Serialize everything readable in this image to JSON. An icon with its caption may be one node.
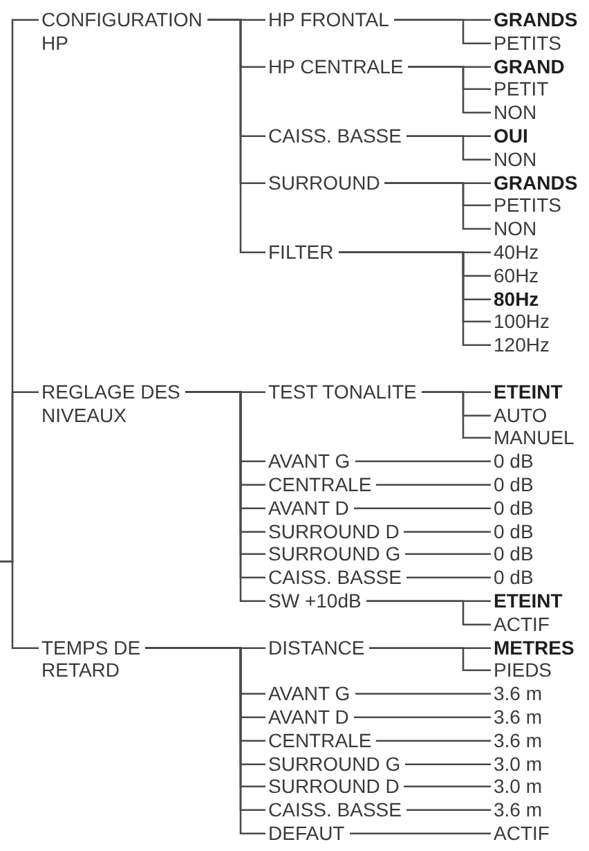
{
  "diagram": {
    "nodes": [
      {
        "text": [
          "CONFIGURATION HP"
        ]
      },
      {
        "text": [
          "HP FRONTAL"
        ]
      },
      {
        "text": [
          "GRANDS"
        ]
      },
      {
        "text": [
          "PETITS"
        ]
      },
      {
        "text": [
          "HP CENTRALE"
        ]
      },
      {
        "text": [
          "GRAND"
        ]
      },
      {
        "text": [
          "PETIT"
        ]
      },
      {
        "text": [
          "NON"
        ]
      },
      {
        "text": [
          "CAISS. BASSE"
        ]
      },
      {
        "text": [
          "OUI"
        ]
      },
      {
        "text": [
          "NON"
        ]
      },
      {
        "text": [
          "SURROUND"
        ]
      },
      {
        "text": [
          "GRANDS"
        ]
      },
      {
        "text": [
          "PETITS"
        ]
      },
      {
        "text": [
          "NON"
        ]
      },
      {
        "text": [
          "FILTER"
        ]
      },
      {
        "text": [
          "40Hz"
        ]
      },
      {
        "text": [
          "60Hz"
        ]
      },
      {
        "text": [
          "80Hz"
        ]
      },
      {
        "text": [
          "100Hz"
        ]
      },
      {
        "text": [
          "120Hz"
        ]
      },
      {
        "text": [
          "REGLAGE DES NIVEAUX"
        ]
      },
      {
        "text": [
          "TEST TONALITE"
        ]
      },
      {
        "text": [
          "ETEINT"
        ]
      },
      {
        "text": [
          "AUTO"
        ]
      },
      {
        "text": [
          "MANUEL"
        ]
      },
      {
        "text": [
          "AVANT G"
        ]
      },
      {
        "text": [
          "0 dB"
        ]
      },
      {
        "text": [
          "CENTRALE"
        ]
      },
      {
        "text": [
          "0 dB"
        ]
      },
      {
        "text": [
          "AVANT D"
        ]
      },
      {
        "text": [
          "0 dB"
        ]
      },
      {
        "text": [
          "SURROUND D"
        ]
      },
      {
        "text": [
          "0 dB"
        ]
      },
      {
        "text": [
          "SURROUND G"
        ]
      },
      {
        "text": [
          "0 dB"
        ]
      },
      {
        "text": [
          "CAISS. BASSE"
        ]
      },
      {
        "text": [
          "0 dB"
        ]
      },
      {
        "text": [
          "SW +10dB"
        ]
      },
      {
        "text": [
          "ETEINT"
        ]
      },
      {
        "text": [
          "ACTIF"
        ]
      },
      {
        "text": [
          "TEMPS DE RETARD"
        ]
      },
      {
        "text": [
          "DISTANCE"
        ]
      },
      {
        "text": [
          "METRES"
        ]
      },
      {
        "text": [
          "PIEDS"
        ]
      },
      {
        "text": [
          "AVANT G"
        ]
      },
      {
        "text": [
          "3.6 m"
        ]
      },
      {
        "text": [
          "AVANT D"
        ]
      },
      {
        "text": [
          "3.6 m"
        ]
      },
      {
        "text": [
          "CENTRALE"
        ]
      },
      {
        "text": [
          "3.6 m"
        ]
      },
      {
        "text": [
          "SURROUND G"
        ]
      },
      {
        "text": [
          "3.0 m"
        ]
      },
      {
        "text": [
          "SURROUND D"
        ]
      },
      {
        "text": [
          "3.0 m"
        ]
      },
      {
        "text": [
          "CAISS. BASSE"
        ]
      },
      {
        "text": [
          "3.6 m"
        ]
      },
      {
        "text": [
          "DEFAUT"
        ]
      },
      {
        "text": [
          "ACTIF"
        ]
      }
    ],
    "edges": [
      {
        "from": null,
        "to": 0,
        "arrow": "none"
      },
      {
        "from": 0,
        "to": 1,
        "arrow": "none"
      },
      {
        "from": 1,
        "to": 2,
        "arrow": "none"
      },
      {
        "from": 1,
        "to": 3,
        "arrow": "none"
      },
      {
        "from": 0,
        "to": 4,
        "arrow": "none"
      },
      {
        "from": 4,
        "to": 5,
        "arrow": "none"
      },
      {
        "from": 4,
        "to": 6,
        "arrow": "none"
      },
      {
        "from": 4,
        "to": 7,
        "arrow": "none"
      },
      {
        "from": 0,
        "to": 8,
        "arrow": "none"
      },
      {
        "from": 8,
        "to": 9,
        "arrow": "none"
      },
      {
        "from": 8,
        "to": 10,
        "arrow": "none"
      },
      {
        "from": 0,
        "to": 11,
        "arrow": "none"
      },
      {
        "from": 11,
        "to": 12,
        "arrow": "none"
      },
      {
        "from": 11,
        "to": 13,
        "arrow": "none"
      },
      {
        "from": 11,
        "to": 14,
        "arrow": "none"
      },
      {
        "from": 0,
        "to": 15,
        "arrow": "none"
      },
      {
        "from": 15,
        "to": 16,
        "arrow": "none"
      },
      {
        "from": 15,
        "to": 17,
        "arrow": "none"
      },
      {
        "from": 15,
        "to": 18,
        "arrow": "none"
      },
      {
        "from": 15,
        "to": 19,
        "arrow": "none"
      },
      {
        "from": 15,
        "to": 20,
        "arrow": "none"
      },
      {
        "from": null,
        "to": 21,
        "arrow": "none"
      },
      {
        "from": 21,
        "to": 22,
        "arrow": "none"
      },
      {
        "from": 22,
        "to": 23,
        "arrow": "none"
      },
      {
        "from": 22,
        "to": 24,
        "arrow": "none"
      },
      {
        "from": 22,
        "to": 25,
        "arrow": "none"
      },
      {
        "from": 21,
        "to": 26,
        "arrow": "none"
      },
      {
        "from": 26,
        "to": 27,
        "arrow": "none"
      },
      {
        "from": 21,
        "to": 28,
        "arrow": "none"
      },
      {
        "from": 28,
        "to": 29,
        "arrow": "none"
      },
      {
        "from": 21,
        "to": 30,
        "arrow": "none"
      },
      {
        "from": 30,
        "to": 31,
        "arrow": "none"
      },
      {
        "from": 21,
        "to": 32,
        "arrow": "none"
      },
      {
        "from": 32,
        "to": 33,
        "arrow": "none"
      },
      {
        "from": 21,
        "to": 34,
        "arrow": "none"
      },
      {
        "from": 34,
        "to": 35,
        "arrow": "none"
      },
      {
        "from": 21,
        "to": 36,
        "arrow": "none"
      },
      {
        "from": 36,
        "to": 37,
        "arrow": "none"
      },
      {
        "from": 21,
        "to": 38,
        "arrow": "none"
      },
      {
        "from": 38,
        "to": 39,
        "arrow": "none"
      },
      {
        "from": 38,
        "to": 40,
        "arrow": "none"
      },
      {
        "from": null,
        "to": 41,
        "arrow": "none"
      },
      {
        "from": 41,
        "to": 42,
        "arrow": "none"
      },
      {
        "from": 42,
        "to": 43,
        "arrow": "none"
      },
      {
        "from": 42,
        "to": 44,
        "arrow": "none"
      },
      {
        "from": 41,
        "to": 45,
        "arrow": "none"
      },
      {
        "from": 45,
        "to": 46,
        "arrow": "none"
      },
      {
        "from": 41,
        "to": 47,
        "arrow": "none"
      },
      {
        "from": 47,
        "to": 48,
        "arrow": "none"
      },
      {
        "from": 41,
        "to": 49,
        "arrow": "none"
      },
      {
        "from": 49,
        "to": 50,
        "arrow": "none"
      },
      {
        "from": 41,
        "to": 51,
        "arrow": "none"
      },
      {
        "from": 51,
        "to": 52,
        "arrow": "none"
      },
      {
        "from": 41,
        "to": 53,
        "arrow": "none"
      },
      {
        "from": 53,
        "to": 54,
        "arrow": "none"
      },
      {
        "from": 41,
        "to": 55,
        "arrow": "none"
      },
      {
        "from": 55,
        "to": 56,
        "arrow": "none"
      },
      {
        "from": 41,
        "to": 57,
        "arrow": "none"
      },
      {
        "from": 57,
        "to": 58,
        "arrow": "none"
      }
    ]
  }
}
